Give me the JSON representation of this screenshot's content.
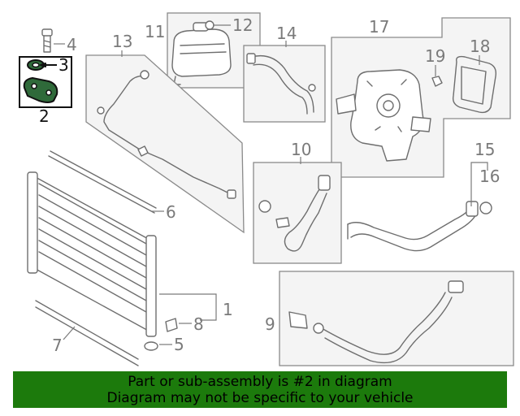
{
  "diagram": {
    "callouts": {
      "c1": "1",
      "c2": "2",
      "c3": "3",
      "c4": "4",
      "c5": "5",
      "c6": "6",
      "c7": "7",
      "c8": "8",
      "c9": "9",
      "c10": "10",
      "c11": "11",
      "c12": "12",
      "c13": "13",
      "c14": "14",
      "c15": "15",
      "c16": "16",
      "c17": "17",
      "c18": "18",
      "c19": "19"
    },
    "highlighted_part": "2",
    "colors": {
      "banner": "#1c7a0c",
      "highlight_part": "#2f6a3a",
      "callout": "#7a7a7a"
    }
  },
  "banner": {
    "line1": "Part or sub-assembly is #2 in diagram",
    "line2": "Diagram may not be specific to your vehicle"
  }
}
